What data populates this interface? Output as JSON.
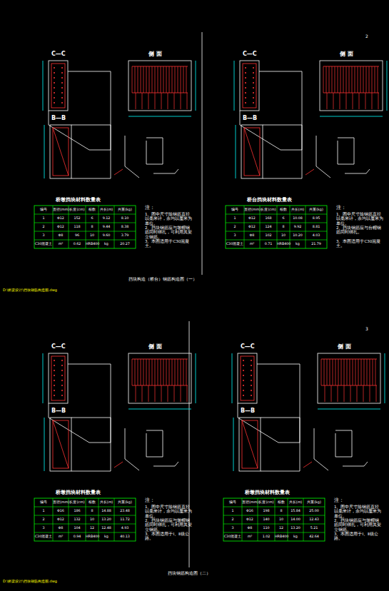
{
  "diagram": {
    "labels": [
      "C—C",
      "侧 面",
      "B—B",
      "桥墩挡块材料数量表",
      "编号",
      "直径(mm)",
      "长度(cm)",
      "根数",
      "共长(m)",
      "共重(kg)",
      "1",
      "Φ12",
      "152",
      "6",
      "9.12",
      "8.10",
      "2",
      "Φ12",
      "118",
      "8",
      "9.44",
      "8.38",
      "3",
      "Φ8",
      "96",
      "10",
      "9.60",
      "3.79",
      "C30混凝土",
      "m³",
      "0.62",
      "HRB400",
      "kg",
      "20.27",
      "注：",
      "1、图中尺寸除钢筋直径以毫米计，余均以厘米为单位。",
      "2、挡块钢筋应与墩帽钢筋同时绑扎，可利用其架立钢筋。",
      "3、本图适用于C30混凝土。",
      "C—C",
      "侧 面",
      "B—B",
      "桥台挡块材料数量表",
      "编号",
      "直径(mm)",
      "长度(cm)",
      "根数",
      "共长(m)",
      "共重(kg)",
      "1",
      "Φ12",
      "168",
      "6",
      "10.08",
      "8.95",
      "2",
      "Φ12",
      "124",
      "8",
      "9.92",
      "8.81",
      "3",
      "Φ8",
      "102",
      "10",
      "10.20",
      "4.03",
      "C30混凝土",
      "m³",
      "0.71",
      "HRB400",
      "kg",
      "21.79",
      "注：",
      "1、图中尺寸除钢筋直径以毫米计，余均以厘米为单位。",
      "2、挡块钢筋应与台帽钢筋同时绑扎。",
      "3、本图适用于C30混凝土。",
      "C—C",
      "侧 面",
      "B—B",
      "桥墩挡块材料数量表",
      "编号",
      "直径(mm)",
      "长度(cm)",
      "根数",
      "共长(m)",
      "共重(kg)",
      "1",
      "Φ16",
      "186",
      "8",
      "14.88",
      "23.48",
      "2",
      "Φ12",
      "132",
      "10",
      "13.20",
      "11.72",
      "3",
      "Φ8",
      "104",
      "12",
      "12.48",
      "4.93",
      "C30混凝土",
      "m³",
      "0.94",
      "HRB400",
      "kg",
      "40.13",
      "注：",
      "1、图中尺寸除钢筋直径以毫米计，余均以厘米为单位。",
      "2、挡块钢筋应与墩帽钢筋同时绑扎，可利用其架立钢筋。",
      "3、本图适用于Ⅰ、Ⅱ级公路。",
      "C—C",
      "侧 面",
      "B—B",
      "桥墩挡块材料数量表",
      "编号",
      "直径(mm)",
      "长度(cm)",
      "根数",
      "共长(m)",
      "共重(kg)",
      "1",
      "Φ16",
      "198",
      "8",
      "15.84",
      "25.00",
      "2",
      "Φ12",
      "140",
      "10",
      "14.00",
      "12.43",
      "3",
      "Φ8",
      "110",
      "12",
      "13.20",
      "5.21",
      "C30混凝土",
      "m³",
      "1.02",
      "HRB400",
      "kg",
      "42.64",
      "注：",
      "1、图中尺寸除钢筋直径以毫米计，余均以厘米为单位。",
      "2、挡块钢筋应与墩帽钢筋同时绑扎，可利用其架立钢筋。",
      "3、本图适用于Ⅰ、Ⅱ级公路。",
      "挡块构造（桥台）钢筋构造图（一）",
      "挡块钢筋构造图（二）",
      "2",
      "3",
      "D:\\桥梁设计\\挡块钢筋构造图.dwg",
      "D:\\桥梁设计\\挡块钢筋构造图.dwg"
    ]
  }
}
